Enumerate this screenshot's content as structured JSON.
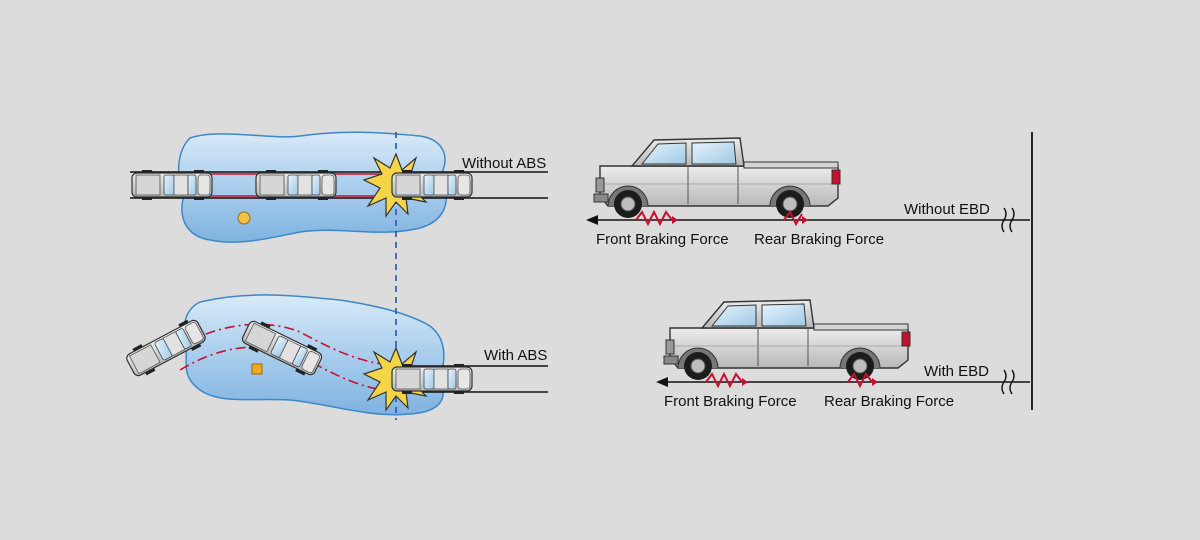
{
  "abs_panel": {
    "without_label": "Without ABS",
    "with_label": "With ABS"
  },
  "ebd_panel": {
    "without": {
      "label": "Without EBD",
      "front_force": "Front Braking Force",
      "rear_force": "Rear Braking Force"
    },
    "with": {
      "label": "With EBD",
      "front_force": "Front Braking Force",
      "rear_force": "Rear Braking Force"
    }
  },
  "colors": {
    "background": "#dcdcdc",
    "water": "#a9cdec",
    "water_edge": "#3d87c9",
    "trajectory": "#c8102e",
    "impact": "#f5d547",
    "guide_line": "#2a56a8",
    "truck_body": "#c9c9c9",
    "truck_outline": "#333333"
  }
}
